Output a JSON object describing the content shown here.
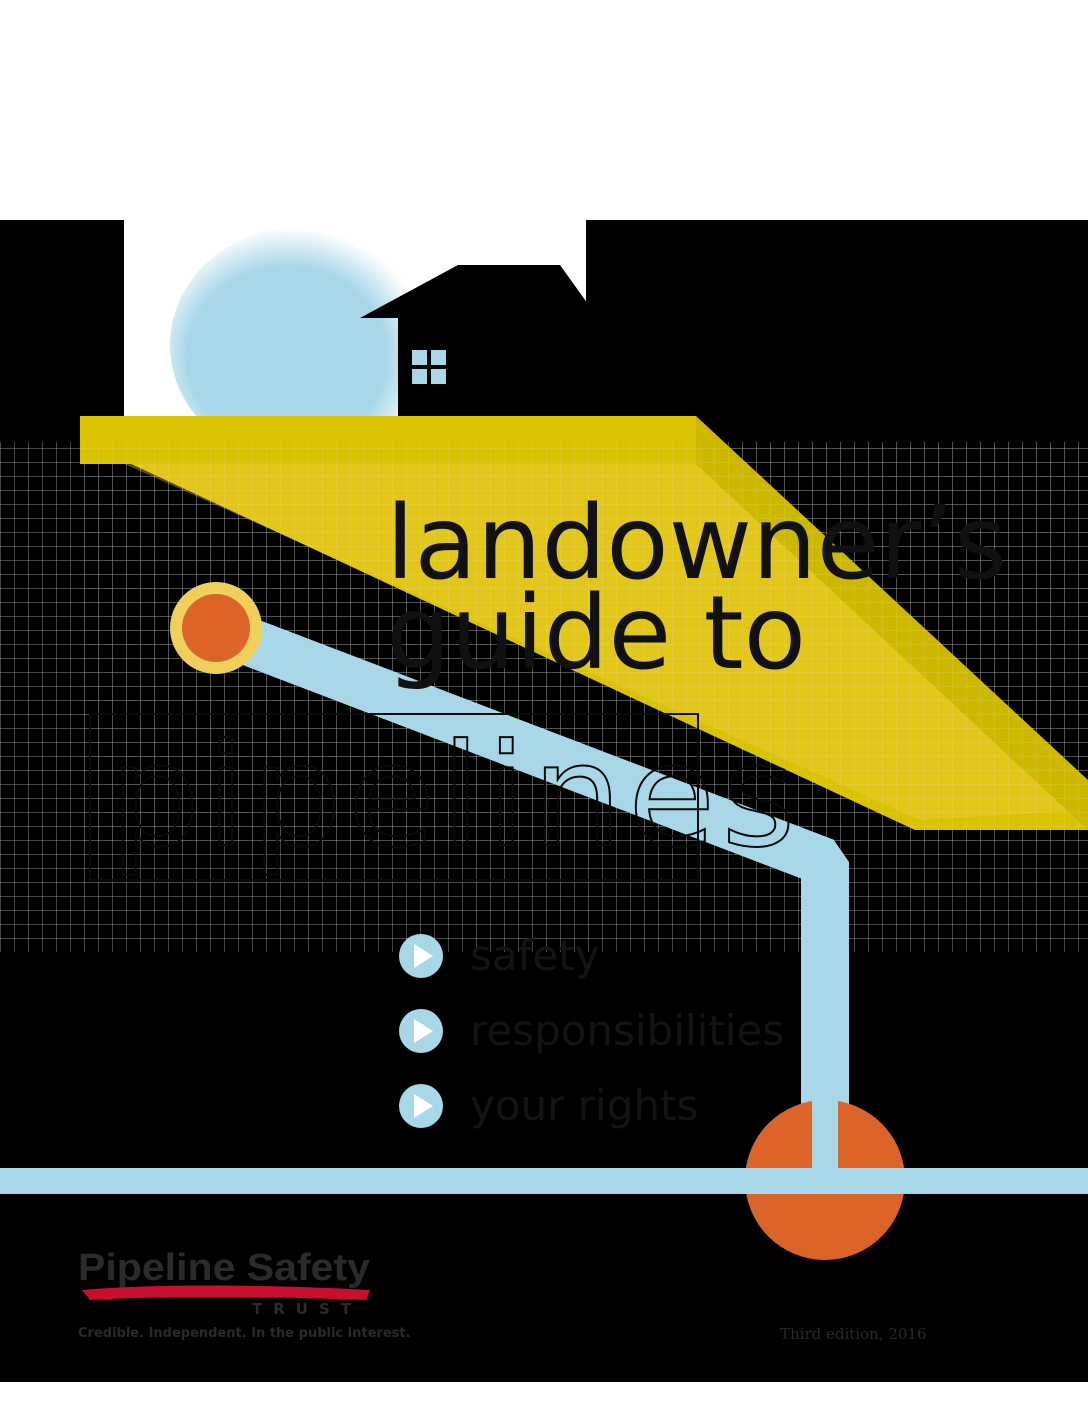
{
  "cover": {
    "title_line1": "landowner’s",
    "title_line2": "guide to",
    "title_line3": "pipelines",
    "bullets": [
      {
        "label": "safety",
        "icon": "play-icon"
      },
      {
        "label": "responsibilities",
        "icon": "play-icon"
      },
      {
        "label": "your rights",
        "icon": "play-icon"
      }
    ],
    "edition": "Third edition, 2016"
  },
  "logo": {
    "name": "Pipeline Safety",
    "subname": "TRUST",
    "tagline": "Credible. Independent. In the public interest."
  },
  "colors": {
    "background": "#000000",
    "grid": "#ffffff",
    "pipe": "#a8d8e8",
    "yellow": "#d9c200",
    "orange": "#dc6428",
    "ring": "#f0cf5a",
    "logo_red": "#c8102e"
  }
}
